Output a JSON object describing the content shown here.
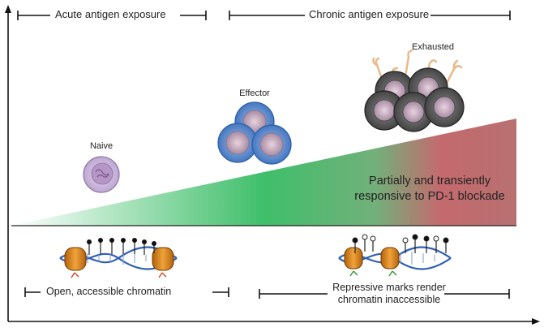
{
  "phases": {
    "acute": "Acute antigen exposure",
    "chronic": "Chronic antigen exposure"
  },
  "cells": {
    "naive": "Naive",
    "effector": "Effector",
    "exhausted": "Exhausted"
  },
  "blockade_text": {
    "line1": "Partially and transiently",
    "line2": "responsive to PD-1 blockade"
  },
  "chromatin": {
    "open": "Open, accessible chromatin",
    "closed_line1": "Repressive marks render",
    "closed_line2": "chromatin inaccessible"
  },
  "colors": {
    "gradient_start": "#ffffff",
    "gradient_mid": "#3fbf6a",
    "gradient_end": "#c46a6e",
    "naive_cell": "#c9b6da",
    "effector_cell": "#4a7fc8",
    "exhausted_cell": "#505050",
    "nucleosome": "#e08b1e",
    "dna": "#2f5fb3"
  }
}
